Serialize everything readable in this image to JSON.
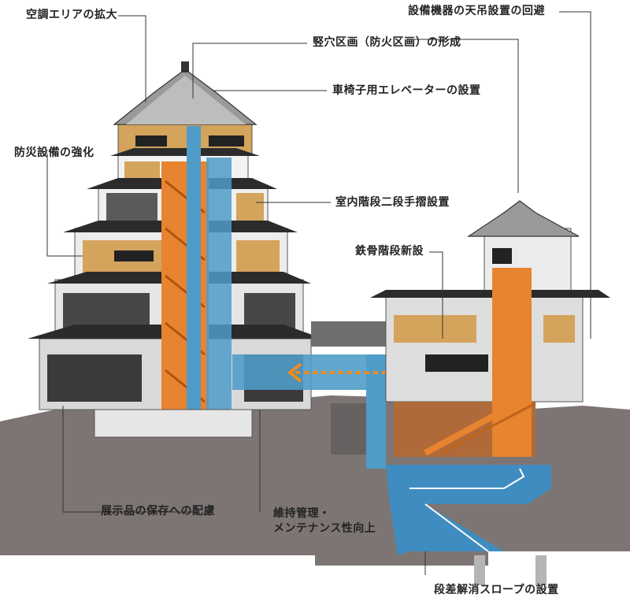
{
  "labels": {
    "aircon": "空調エリアの拡大",
    "shaft": "竪穴区画（防火区画）の形成",
    "elevator": "車椅子用エレベーターの設置",
    "fire": "防災設備の強化",
    "handrail": "室内階段二段手摺設置",
    "steel_stairs": "鉄骨階段新設",
    "equipment": "設備機器の天吊設置の回避",
    "exhibits": "展示品の保存への配慮",
    "maintenance_1": "維持管理・",
    "maintenance_2": "メンテナンス性向上",
    "slope": "段差解消スロープの設置"
  },
  "colors": {
    "ground": "#7d7574",
    "elevator_shaft": "#4f9cc8",
    "stair_shaft": "#e8832f",
    "wood_wall": "#d4a45c",
    "dark_room": "#3a3a3a",
    "ramp": "#3f8cc0",
    "arrow": "#f08a1c"
  }
}
